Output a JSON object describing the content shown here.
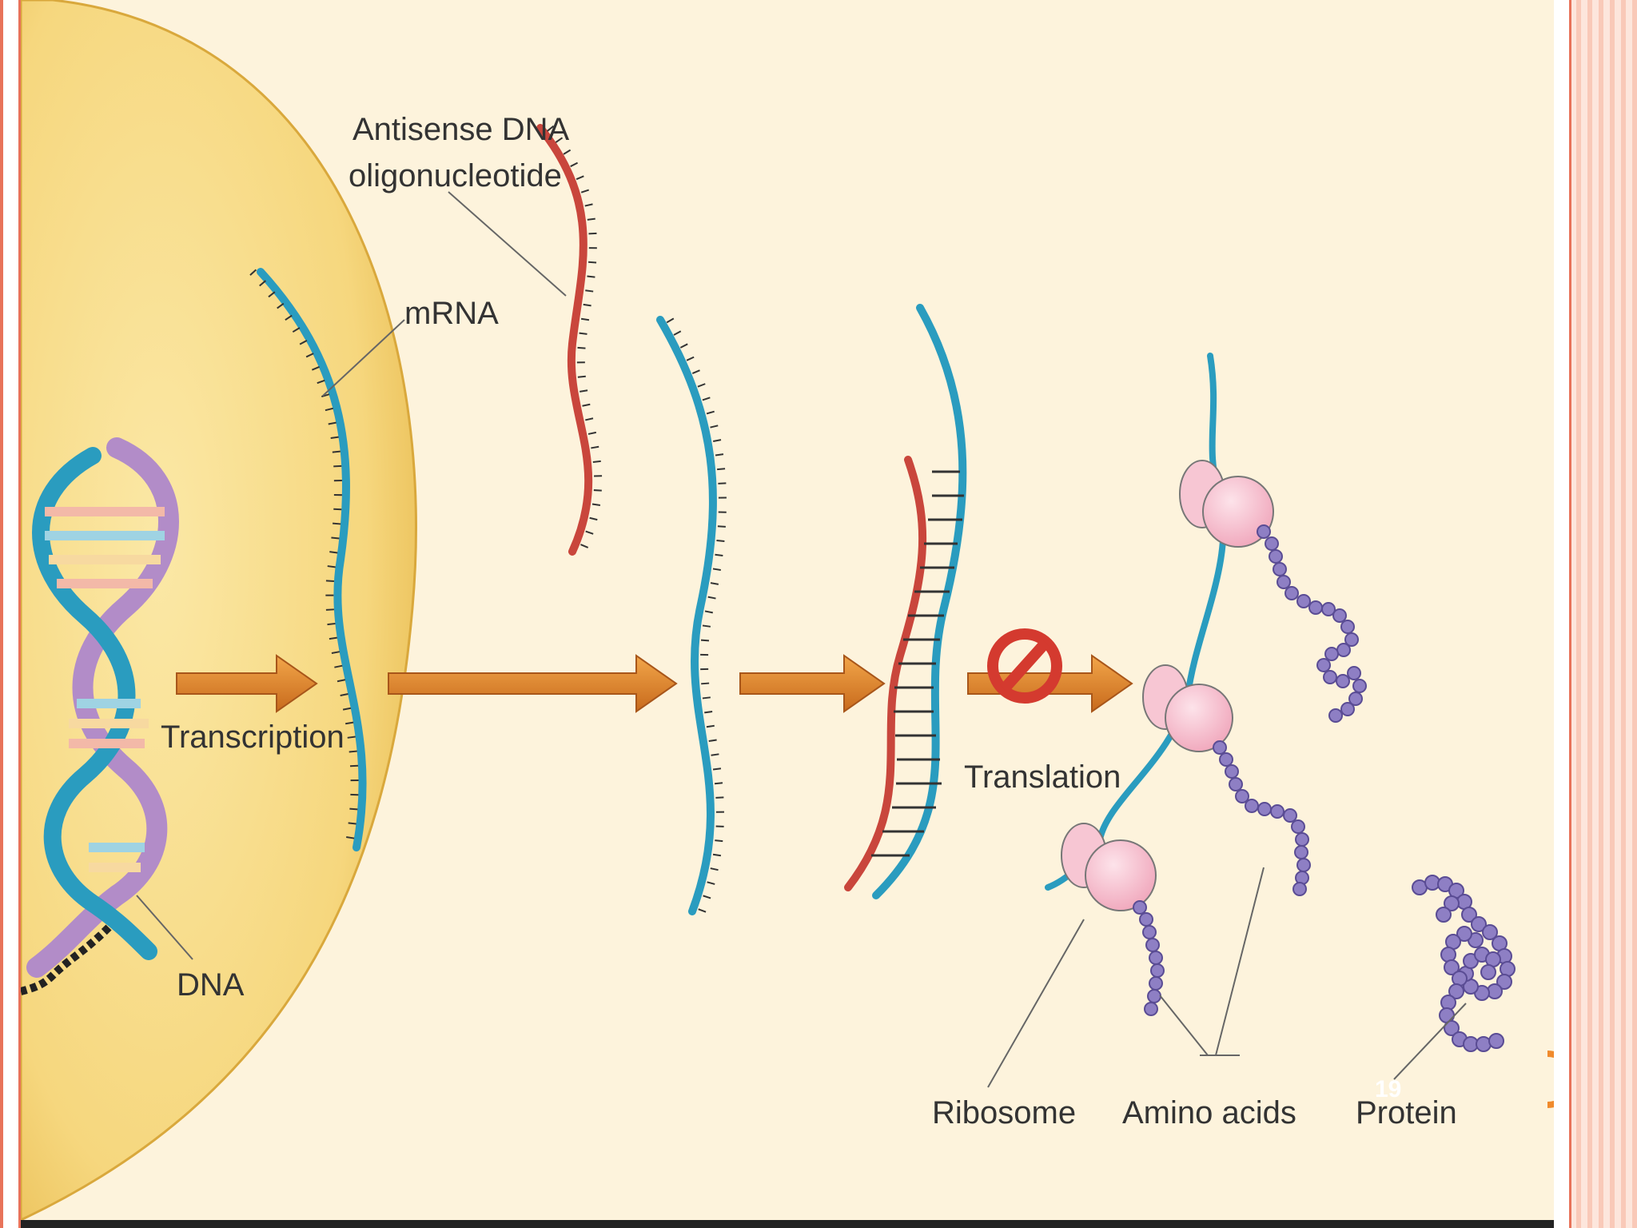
{
  "labels": {
    "antisense_line1": "Antisense DNA",
    "antisense_line2": "oligonucleotide",
    "mrna": "mRNA",
    "transcription": "Transcription",
    "translation": "Translation",
    "dna": "DNA",
    "ribosome": "Ribosome",
    "amino_acids": "Amino acids",
    "protein": "Protein"
  },
  "slide_number": "19",
  "colors": {
    "background": "#fdf3dc",
    "nucleus": "#f7dc8a",
    "mrna": "#2a9cbf",
    "antisense": "#c9463c",
    "arrow": "#e58a2c",
    "ribosome": "#f4b8c8",
    "amino_acid": "#8e7fc4",
    "no_symbol": "#d43a2f"
  }
}
